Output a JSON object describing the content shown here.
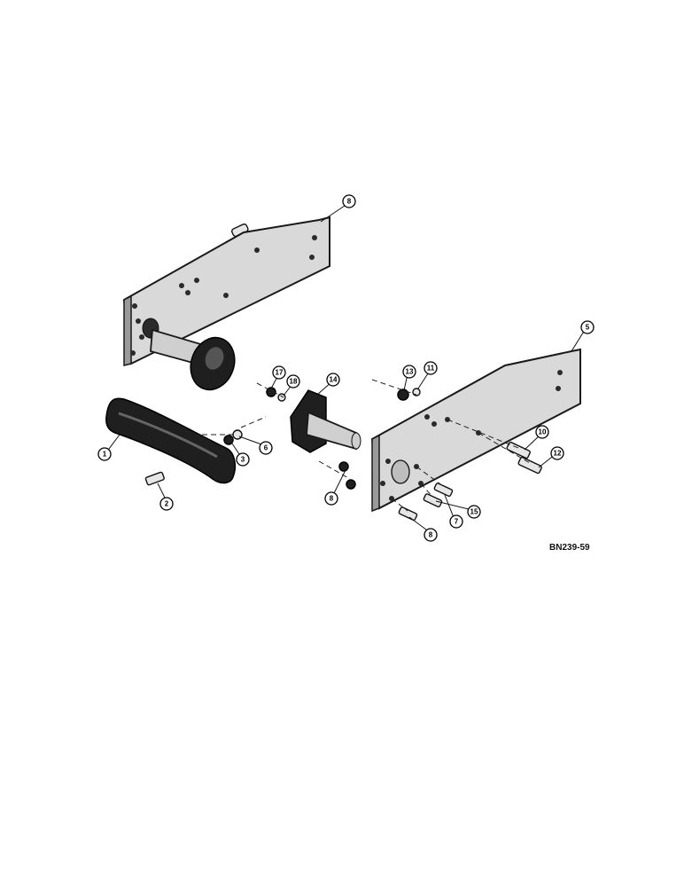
{
  "figure_code": "BN239-59",
  "callouts": {
    "c1": "1",
    "c2": "2",
    "c3": "3",
    "c5": "5",
    "c6": "6",
    "c7": "7",
    "c8_top": "8",
    "c8_mid": "8",
    "c8_low": "8",
    "c10": "10",
    "c11": "11",
    "c12": "12",
    "c13": "13",
    "c14": "14",
    "c15": "15",
    "c17": "17",
    "c18": "18"
  }
}
